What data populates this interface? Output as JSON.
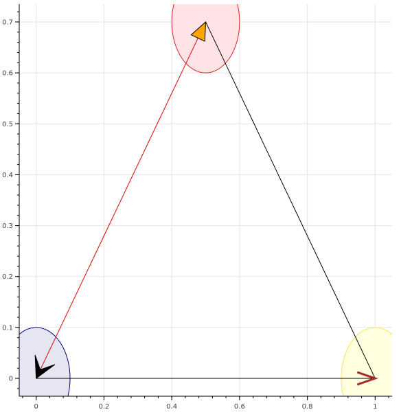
{
  "chart_data": {
    "type": "scatter",
    "title": "",
    "xlabel": "",
    "ylabel": "",
    "xlim": [
      -0.05,
      1.05
    ],
    "ylim": [
      -0.035,
      0.735
    ],
    "grid": true,
    "x_ticks": [
      0,
      0.2,
      0.4,
      0.6,
      0.8,
      1
    ],
    "x_tick_labels": [
      "0",
      "0.2",
      "0.4",
      "0.6",
      "0.8",
      "1"
    ],
    "y_ticks": [
      0,
      0.1,
      0.2,
      0.3,
      0.4,
      0.5,
      0.6,
      0.7
    ],
    "y_tick_labels": [
      "0",
      "0.1",
      "0.2",
      "0.3",
      "0.4",
      "0.5",
      "0.6",
      "0.7"
    ],
    "nodes": [
      {
        "x": 0,
        "y": 0,
        "radius": 0.1,
        "fill": "#e6e6f2",
        "stroke": "#000080"
      },
      {
        "x": 0.5,
        "y": 0.7,
        "radius": 0.1,
        "fill": "#ffe3e6",
        "stroke": "#dd2222"
      },
      {
        "x": 1,
        "y": 0,
        "radius": 0.1,
        "fill": "#ffffe0",
        "stroke": "#f2e84c"
      }
    ],
    "edges": [
      {
        "from": [
          0,
          0
        ],
        "to": [
          0.5,
          0.7
        ],
        "color": "#dd2222",
        "head": "normal",
        "head_fill": "#ffa500",
        "head_stroke": "#000000"
      },
      {
        "from": [
          0.5,
          0.7
        ],
        "to": [
          0,
          0
        ],
        "color": "#dd2222",
        "head": "vee",
        "head_fill": "#000000",
        "head_stroke": "#000000"
      },
      {
        "from": [
          0.5,
          0.7
        ],
        "to": [
          1,
          0
        ],
        "color": "#000000",
        "head": "none"
      },
      {
        "from": [
          0,
          0
        ],
        "to": [
          1,
          0
        ],
        "color": "#000000",
        "head": "open",
        "head_stroke": "#a52a2a"
      }
    ]
  }
}
